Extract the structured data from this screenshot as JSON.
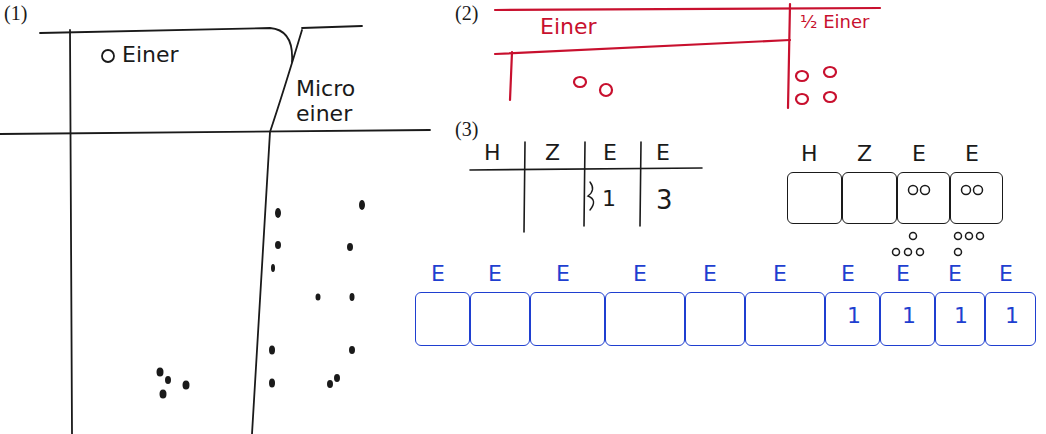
{
  "diagram": {
    "nodes": [
      {
        "text": [
          "Einer"
        ]
      },
      {
        "text": [
          "Micro einer"
        ]
      },
      {
        "text": [
          "Einer"
        ]
      },
      {
        "text": [
          "½ Einer"
        ]
      },
      {
        "text": [
          "H"
        ]
      },
      {
        "text": [
          "Z"
        ]
      },
      {
        "text": [
          "E"
        ]
      },
      {
        "text": [
          "E"
        ]
      },
      {
        "text": [
          "E"
        ]
      },
      {
        "text": [
          "E"
        ]
      },
      {
        "text": [
          "E"
        ]
      },
      {
        "text": [
          "E"
        ]
      },
      {
        "text": [
          "E"
        ]
      },
      {
        "text": [
          "E"
        ]
      },
      {
        "text": [
          "E",
          "1"
        ]
      },
      {
        "text": [
          "E",
          "1"
        ]
      },
      {
        "text": [
          "E",
          "1"
        ]
      },
      {
        "text": [
          "E",
          "1"
        ]
      }
    ],
    "labels": [
      "(1)",
      "(2)",
      "(3)",
      "H",
      "Z",
      "E",
      "E",
      "1",
      "3"
    ]
  }
}
